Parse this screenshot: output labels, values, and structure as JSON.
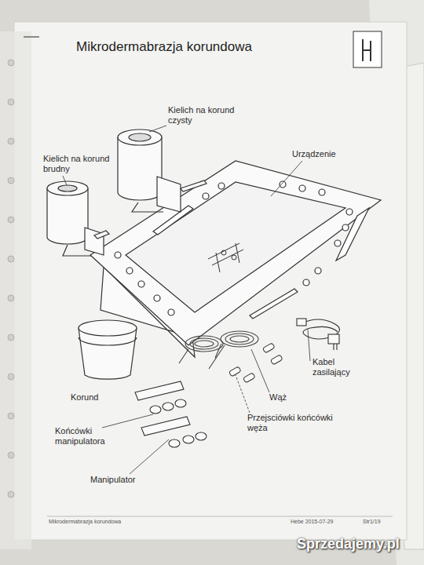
{
  "diagram": {
    "title": "Mikrodermabrazja korundowa",
    "labels": [
      "Kielich na korund czysty",
      "Kielich na korund brudny",
      "Urządzenie",
      "Korund",
      "Kabel zasilający",
      "Wąż",
      "Przejsciówki końcówki węża",
      "Końcówki manipulatora",
      "Manipulator",
      "Mikrodermabrazja korundowa",
      "Hebe 2015-07-29",
      "Str1/19",
      "Sprzedajemy.pl"
    ]
  }
}
